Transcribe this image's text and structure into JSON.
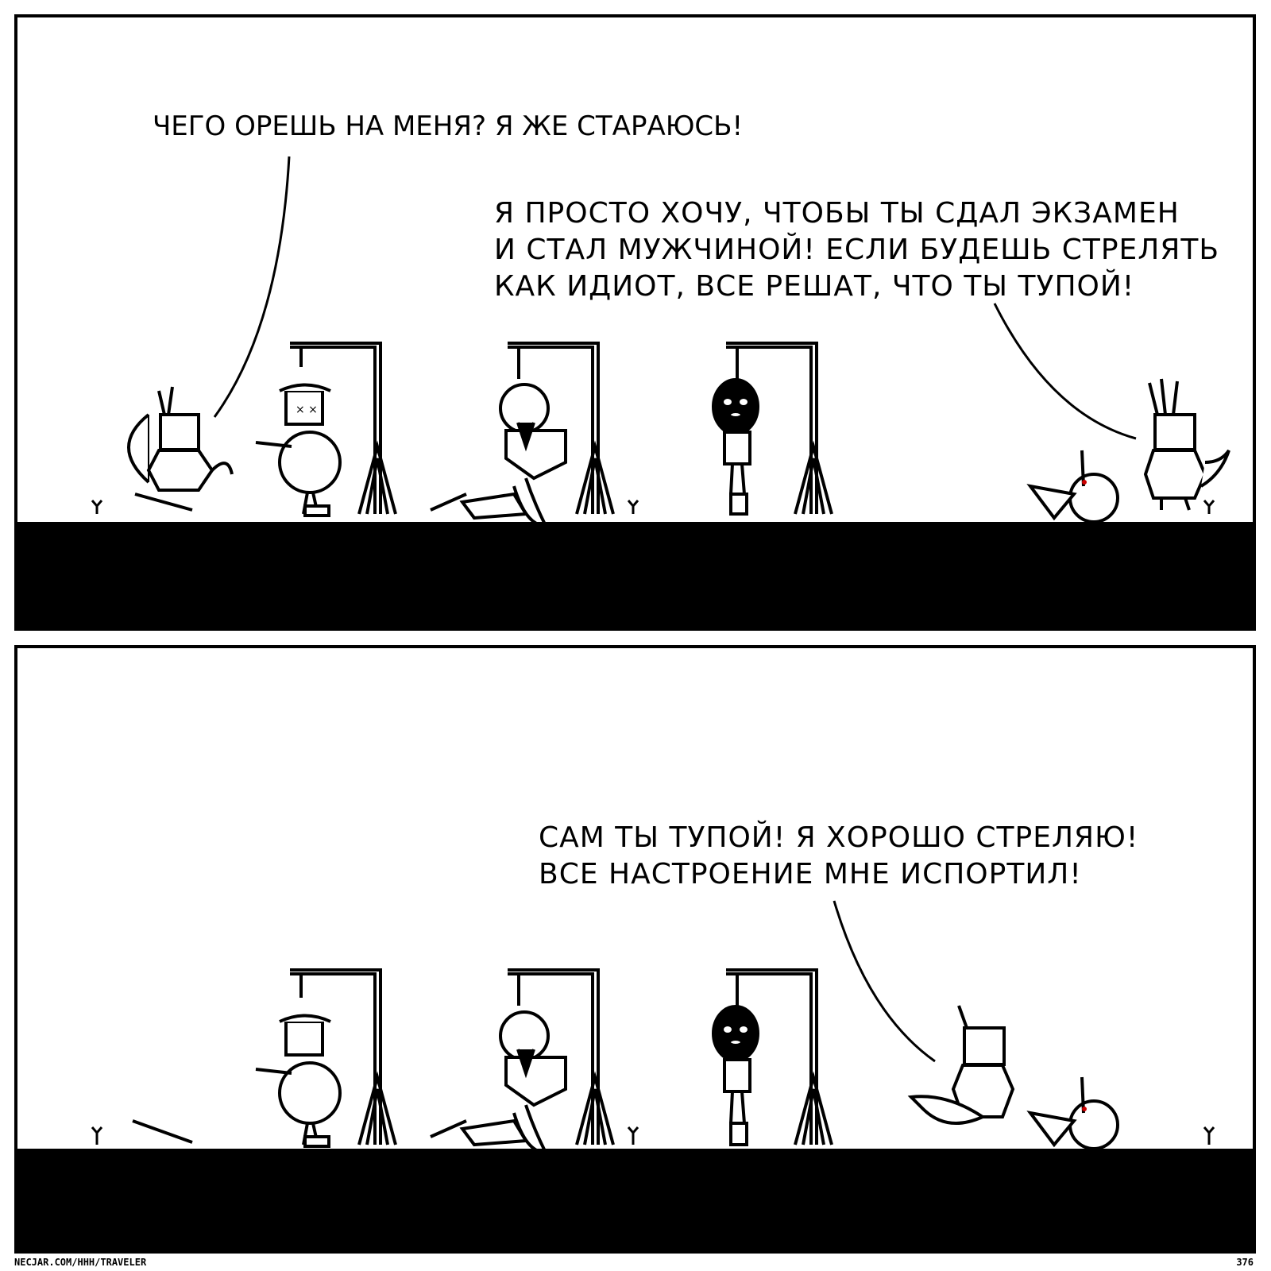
{
  "panels": [
    {
      "speech": [
        {
          "lines": [
            "ЧЕГО ОРЕШЬ НА МЕНЯ? Я ЖЕ СТАРАЮСЬ!"
          ]
        },
        {
          "lines": [
            "Я ПРОСТО ХОЧУ, ЧТОБЫ ТЫ СДАЛ ЭКЗАМЕН",
            "И СТАЛ МУЖЧИНОЙ! ЕСЛИ БУДЕШЬ СТРЕЛЯТЬ",
            "КАК ИДИОТ, ВСЕ РЕШАТ, ЧТО ТЫ ТУПОЙ!"
          ]
        }
      ]
    },
    {
      "speech": [
        {
          "lines": [
            "САМ ТЫ ТУПОЙ! Я ХОРОШО СТРЕЛЯЮ!",
            "ВСЕ НАСТРОЕНИЕ МНЕ ИСПОРТИЛ!"
          ]
        }
      ]
    }
  ],
  "footer": {
    "url": "NECJAR.COM/HHH/TRAVELER",
    "page_number": "376"
  }
}
